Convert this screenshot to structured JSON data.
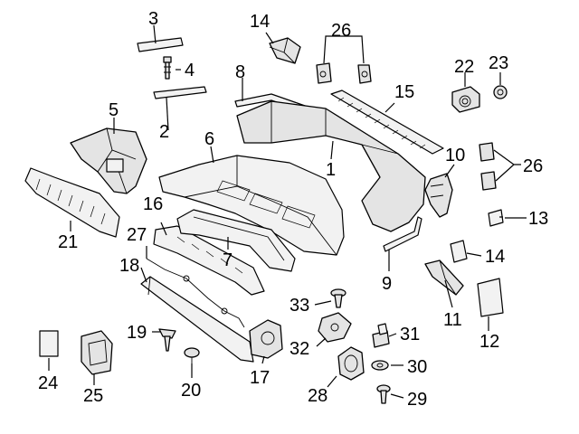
{
  "callouts": [
    {
      "id": "c1",
      "text": "1"
    },
    {
      "id": "c2",
      "text": "2"
    },
    {
      "id": "c3",
      "text": "3"
    },
    {
      "id": "c4",
      "text": "4"
    },
    {
      "id": "c5",
      "text": "5"
    },
    {
      "id": "c6",
      "text": "6"
    },
    {
      "id": "c7",
      "text": "7"
    },
    {
      "id": "c8",
      "text": "8"
    },
    {
      "id": "c9",
      "text": "9"
    },
    {
      "id": "c10",
      "text": "10"
    },
    {
      "id": "c11",
      "text": "11"
    },
    {
      "id": "c12",
      "text": "12"
    },
    {
      "id": "c13",
      "text": "13"
    },
    {
      "id": "c14a",
      "text": "14"
    },
    {
      "id": "c14b",
      "text": "14"
    },
    {
      "id": "c15",
      "text": "15"
    },
    {
      "id": "c16",
      "text": "16"
    },
    {
      "id": "c17",
      "text": "17"
    },
    {
      "id": "c18",
      "text": "18"
    },
    {
      "id": "c19",
      "text": "19"
    },
    {
      "id": "c20",
      "text": "20"
    },
    {
      "id": "c21",
      "text": "21"
    },
    {
      "id": "c22",
      "text": "22"
    },
    {
      "id": "c23",
      "text": "23"
    },
    {
      "id": "c24",
      "text": "24"
    },
    {
      "id": "c25",
      "text": "25"
    },
    {
      "id": "c26a",
      "text": "26"
    },
    {
      "id": "c26b",
      "text": "26"
    },
    {
      "id": "c27",
      "text": "27"
    },
    {
      "id": "c28",
      "text": "28"
    },
    {
      "id": "c29",
      "text": "29"
    },
    {
      "id": "c30",
      "text": "30"
    },
    {
      "id": "c31",
      "text": "31"
    },
    {
      "id": "c32",
      "text": "32"
    },
    {
      "id": "c33",
      "text": "33"
    }
  ]
}
